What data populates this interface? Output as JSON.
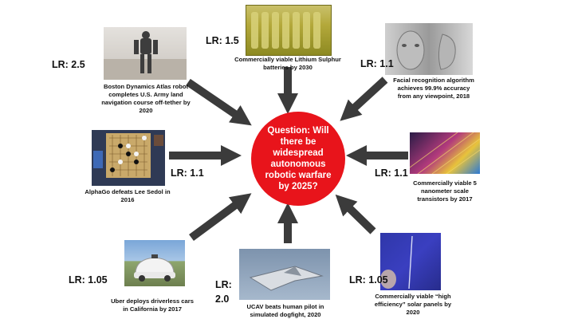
{
  "center": {
    "question": "Question: Will there be widespread autonomous robotic warfare by 2025?",
    "color": "#e8141b"
  },
  "nodes": [
    {
      "id": "atlas",
      "lr": "LR: 2.5",
      "caption": "Boston Dynamics Atlas robot completes U.S. Army land navigation course off-tether by 2020",
      "image": "humanoid-robot-photo"
    },
    {
      "id": "battery",
      "lr": "LR: 1.5",
      "caption": "Commercially viable Lithium Sulphur batteries by 2030",
      "image": "battery-cells-photo"
    },
    {
      "id": "face",
      "lr": "LR: 1.1",
      "caption": "Facial recognition algorithm achieves 99.9% accuracy from any viewpoint, 2018",
      "image": "3d-face-models-photo"
    },
    {
      "id": "alphago",
      "lr": "LR: 1.1",
      "caption": "AlphaGo defeats Lee Sedol in 2016",
      "image": "go-board-broadcast-photo"
    },
    {
      "id": "transistor",
      "lr": "LR: 1.1",
      "caption": "Commercially viable 5 nanometer scale transistors by 2017",
      "image": "microchip-photo"
    },
    {
      "id": "uber",
      "lr": "LR: 1.05",
      "caption": "Uber deploys driverless cars in California by 2017",
      "image": "driverless-car-photo"
    },
    {
      "id": "ucav",
      "lr_line1": "LR:",
      "lr_line2": "2.0",
      "caption": "UCAV beats human pilot in simulated dogfight,  2020",
      "image": "combat-drone-photo"
    },
    {
      "id": "solar",
      "lr": "LR: 1.05",
      "caption": "Commercially viable “high efficiency” solar panels by 2020",
      "image": "solar-cell-photo"
    }
  ],
  "colors": {
    "arrow": "#3b3b3b",
    "text": "#111111"
  }
}
